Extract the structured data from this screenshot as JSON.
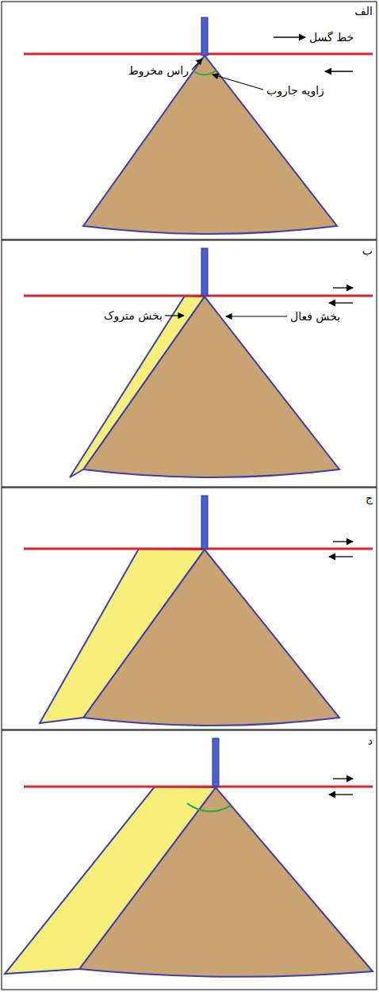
{
  "diagram": {
    "labels": [
      "الف",
      "خط گسل",
      "راس مخروط",
      "زاویه جاروب",
      "ب",
      "بخش متروک",
      "بخش فعال",
      "ج",
      "د"
    ]
  }
}
